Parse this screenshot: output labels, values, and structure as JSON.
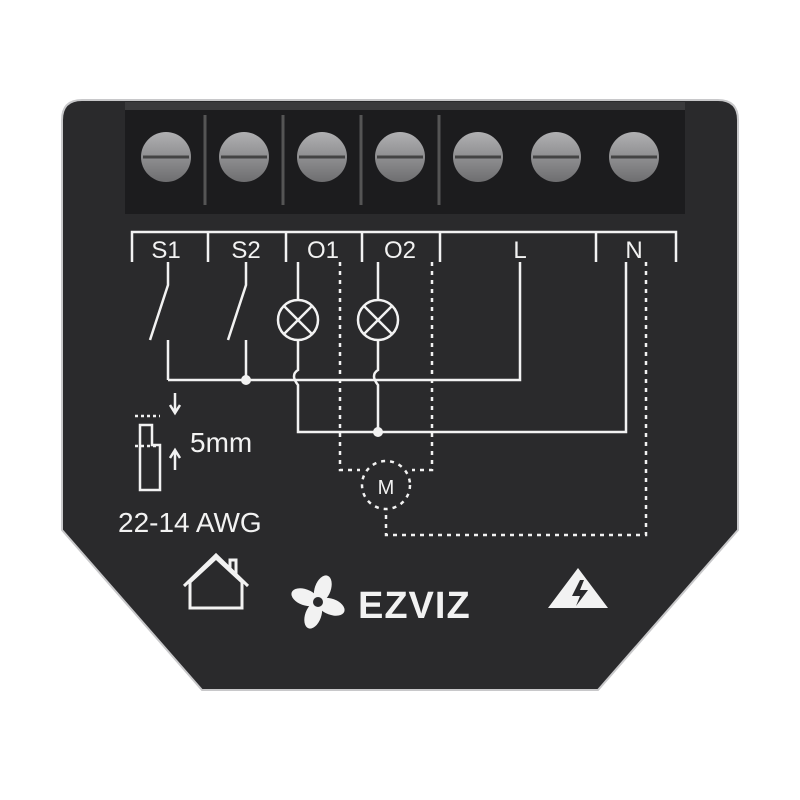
{
  "device": {
    "terminals": [
      "S1",
      "S2",
      "O1",
      "O2",
      "L",
      "N"
    ],
    "strip_length": "5mm",
    "wire_gauge": "22-14 AWG",
    "motor_label": "M",
    "brand": "EZVIZ"
  },
  "colors": {
    "body": "#2a2a2c",
    "terminal_block": "#1e1e20",
    "screw": "#8e8e90",
    "print": "#f2f2f2"
  }
}
